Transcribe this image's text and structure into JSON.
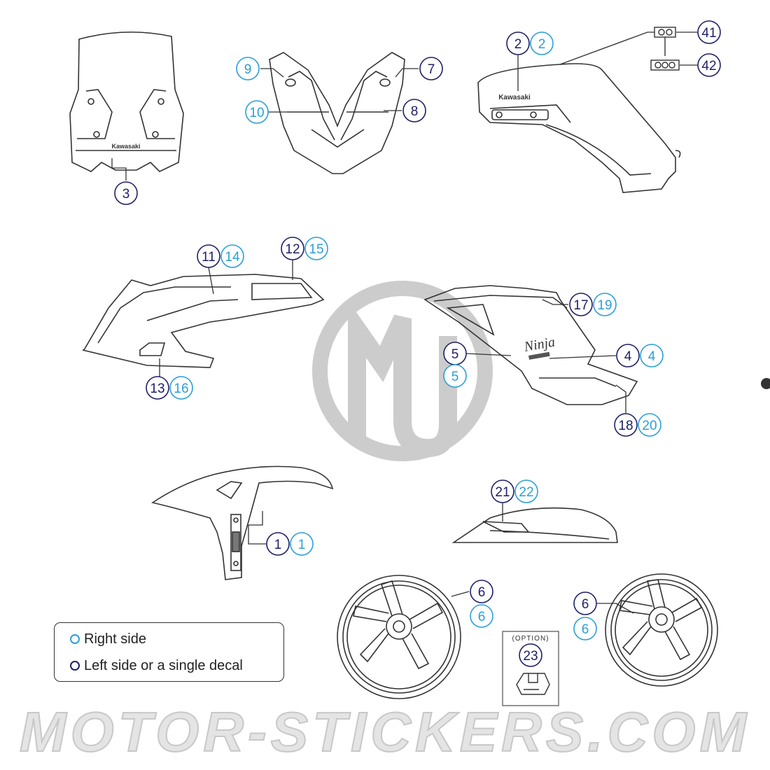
{
  "colors": {
    "right": "#2b9fd6",
    "left": "#1f2066",
    "line": "#333333",
    "mark": "#cccccc"
  },
  "callouts": [
    {
      "text": "3",
      "side": "left"
    },
    {
      "text": "9",
      "side": "right"
    },
    {
      "text": "7",
      "side": "left"
    },
    {
      "text": "10",
      "side": "right"
    },
    {
      "text": "8",
      "side": "left"
    },
    {
      "text": "2",
      "side": "left"
    },
    {
      "text": "2",
      "side": "right"
    },
    {
      "text": "41",
      "side": "left"
    },
    {
      "text": "42",
      "side": "left"
    },
    {
      "text": "11",
      "side": "left"
    },
    {
      "text": "14",
      "side": "right"
    },
    {
      "text": "12",
      "side": "left"
    },
    {
      "text": "15",
      "side": "right"
    },
    {
      "text": "13",
      "side": "left"
    },
    {
      "text": "16",
      "side": "right"
    },
    {
      "text": "17",
      "side": "left"
    },
    {
      "text": "19",
      "side": "right"
    },
    {
      "text": "5",
      "side": "left"
    },
    {
      "text": "5",
      "side": "right"
    },
    {
      "text": "4",
      "side": "left"
    },
    {
      "text": "4",
      "side": "right"
    },
    {
      "text": "18",
      "side": "left"
    },
    {
      "text": "20",
      "side": "right"
    },
    {
      "text": "1",
      "side": "left"
    },
    {
      "text": "1",
      "side": "right"
    },
    {
      "text": "21",
      "side": "left"
    },
    {
      "text": "22",
      "side": "right"
    },
    {
      "text": "6",
      "side": "left"
    },
    {
      "text": "6",
      "side": "right"
    },
    {
      "text": "6",
      "side": "left"
    },
    {
      "text": "6",
      "side": "right"
    },
    {
      "text": "23",
      "side": "left"
    }
  ],
  "parts": {
    "windscreen_brand": "Kawasaki",
    "tank_brand": "Kawasaki",
    "side_cover_brand": "Ninja",
    "option_label": "(OPTION)"
  },
  "legend": {
    "right_side": "Right side",
    "left_side": "Left side or a single decal"
  },
  "watermark": "MOTOR-STICKERS.COM"
}
